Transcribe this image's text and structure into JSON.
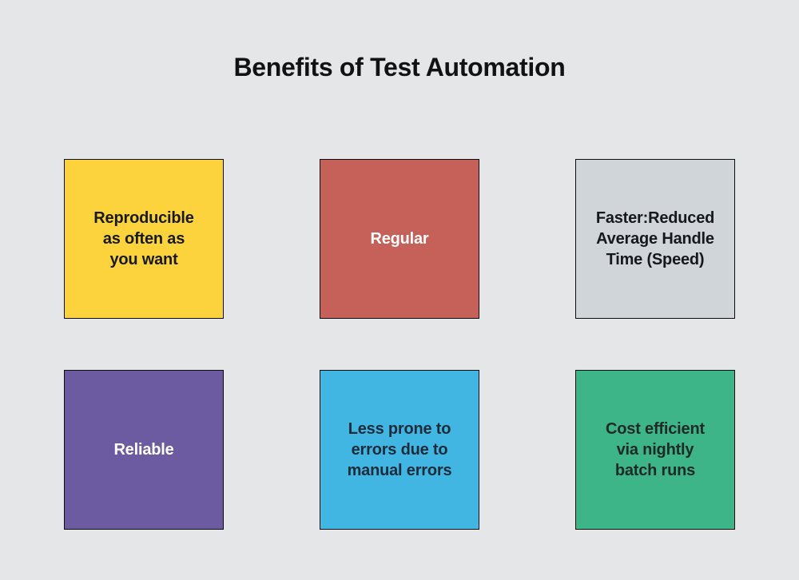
{
  "title": "Benefits of Test Automation",
  "canvas": {
    "background": "#e5e6e8",
    "card_border_color": "#0d0d0d"
  },
  "cards": [
    {
      "id": "reproducible",
      "label": "Reproducible\nas often as\nyou want",
      "bg": "#fcd33d",
      "fg": "#181a1c"
    },
    {
      "id": "regular",
      "label": "Regular",
      "bg": "#c6615a",
      "fg": "#ffffff"
    },
    {
      "id": "faster",
      "label": "Faster:Reduced\nAverage Handle\nTime (Speed)",
      "bg": "#d0d5da",
      "fg": "#15181c"
    },
    {
      "id": "reliable",
      "label": "Reliable",
      "bg": "#6c5ba0",
      "fg": "#ffffff"
    },
    {
      "id": "less-errors",
      "label": "Less prone to\nerrors due to\nmanual errors",
      "bg": "#42b6e3",
      "fg": "#1d2c3a"
    },
    {
      "id": "cost-efficient",
      "label": "Cost efficient\nvia nightly\nbatch runs",
      "bg": "#3eb489",
      "fg": "#1e2a27"
    }
  ]
}
